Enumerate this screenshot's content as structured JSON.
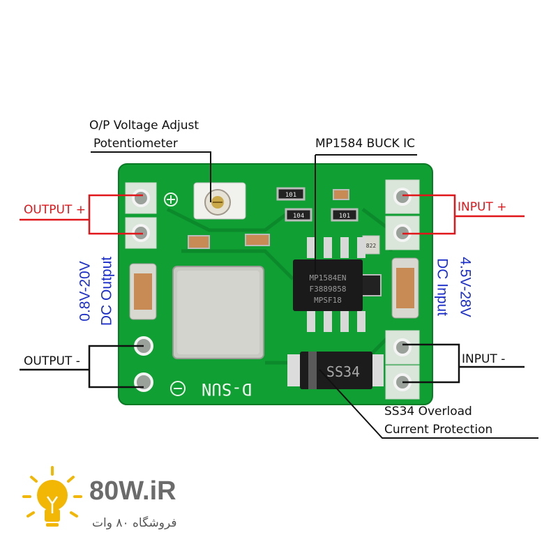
{
  "labels": {
    "pot_line1": "O/P Voltage Adjust",
    "pot_line2": "Potentiometer",
    "buck_ic": "MP1584 BUCK IC",
    "output_plus": "OUTPUT +",
    "output_minus": "OUTPUT -",
    "input_plus": "INPUT +",
    "input_minus": "INPUT -",
    "ss34_line1": "SS34 Overload",
    "ss34_line2": "Current Protection",
    "out_range": "0.8V-20V",
    "out_desc": "DC Output",
    "in_range": "4.5V-28V",
    "in_desc": "DC Input"
  },
  "board_markings": {
    "brand": "D-SUN",
    "chip_line1": "MP1584EN",
    "chip_line2": "F3889858",
    "chip_line3": "MPSF18",
    "diode": "SS34",
    "res1": "101",
    "res2": "104",
    "res3": "101",
    "res4": "822"
  },
  "logo": {
    "brand": "80W.iR",
    "tagline": "فروشگاه ۸۰ وات"
  },
  "colors": {
    "pcb": "#0f9f33",
    "pcb_dark": "#0a7a25",
    "positive_wire": "#e0161b",
    "wire": "#111111",
    "voltage_text": "#1d2fc9",
    "logo_bulb": "#f2b705"
  }
}
